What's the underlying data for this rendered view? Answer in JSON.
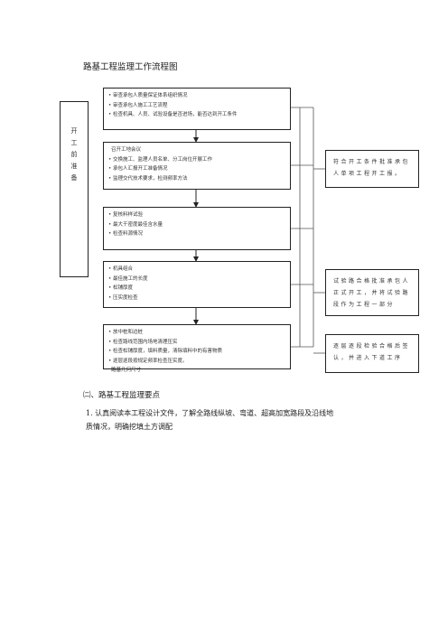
{
  "document": {
    "title": "路基工程监理工作流程图",
    "section_heading": "㈡、路基工程监理要点",
    "paragraph_lines": [
      "1. 认真阅读本工程设计文件，了解全路线纵坡、弯道、超高加宽路段及沿线地",
      "质情况，明确挖填土方调配"
    ]
  },
  "flowchart": {
    "left_label": "开\n工\n前\n准\n备",
    "steps": [
      {
        "lines": [
          "• 审查承包人质量保证体系组织情况",
          "• 审查承包人施工工艺流程",
          "• 检查机具、人员、试验设备是否进场，能否达到开工条件"
        ]
      },
      {
        "lines": [
          "召开工地会议",
          "• 交换施工、监理人员名单、分工岗位开展工作",
          "• 承包人汇报开工准备情况",
          "• 监理交代技术要求，检测频率方法"
        ]
      },
      {
        "lines": [
          "• 复核料样试验",
          "• 最大干密度最佳含水量",
          "• 检查料源情况"
        ]
      },
      {
        "lines": [
          "• 机具组合",
          "• 最佳施工的长度",
          "• 松铺厚度",
          "• 压实度检查"
        ]
      },
      {
        "lines": [
          "• 放中桩和边桩",
          "• 检查路线范围内场地清理压实",
          "• 检查松铺厚度，填料质量，清除填料中的有害物质",
          "• 逐层逐段按规定频率检查压实度。",
          "路基几何尺寸"
        ]
      }
    ],
    "notes": [
      "符合开工条件批准承包人单项工程开工报。",
      "试验路合格批准承包人正式开工，并将试验路段作为工程一部分",
      "逐层逐段检验合格后签认，并进入下道工序"
    ]
  }
}
